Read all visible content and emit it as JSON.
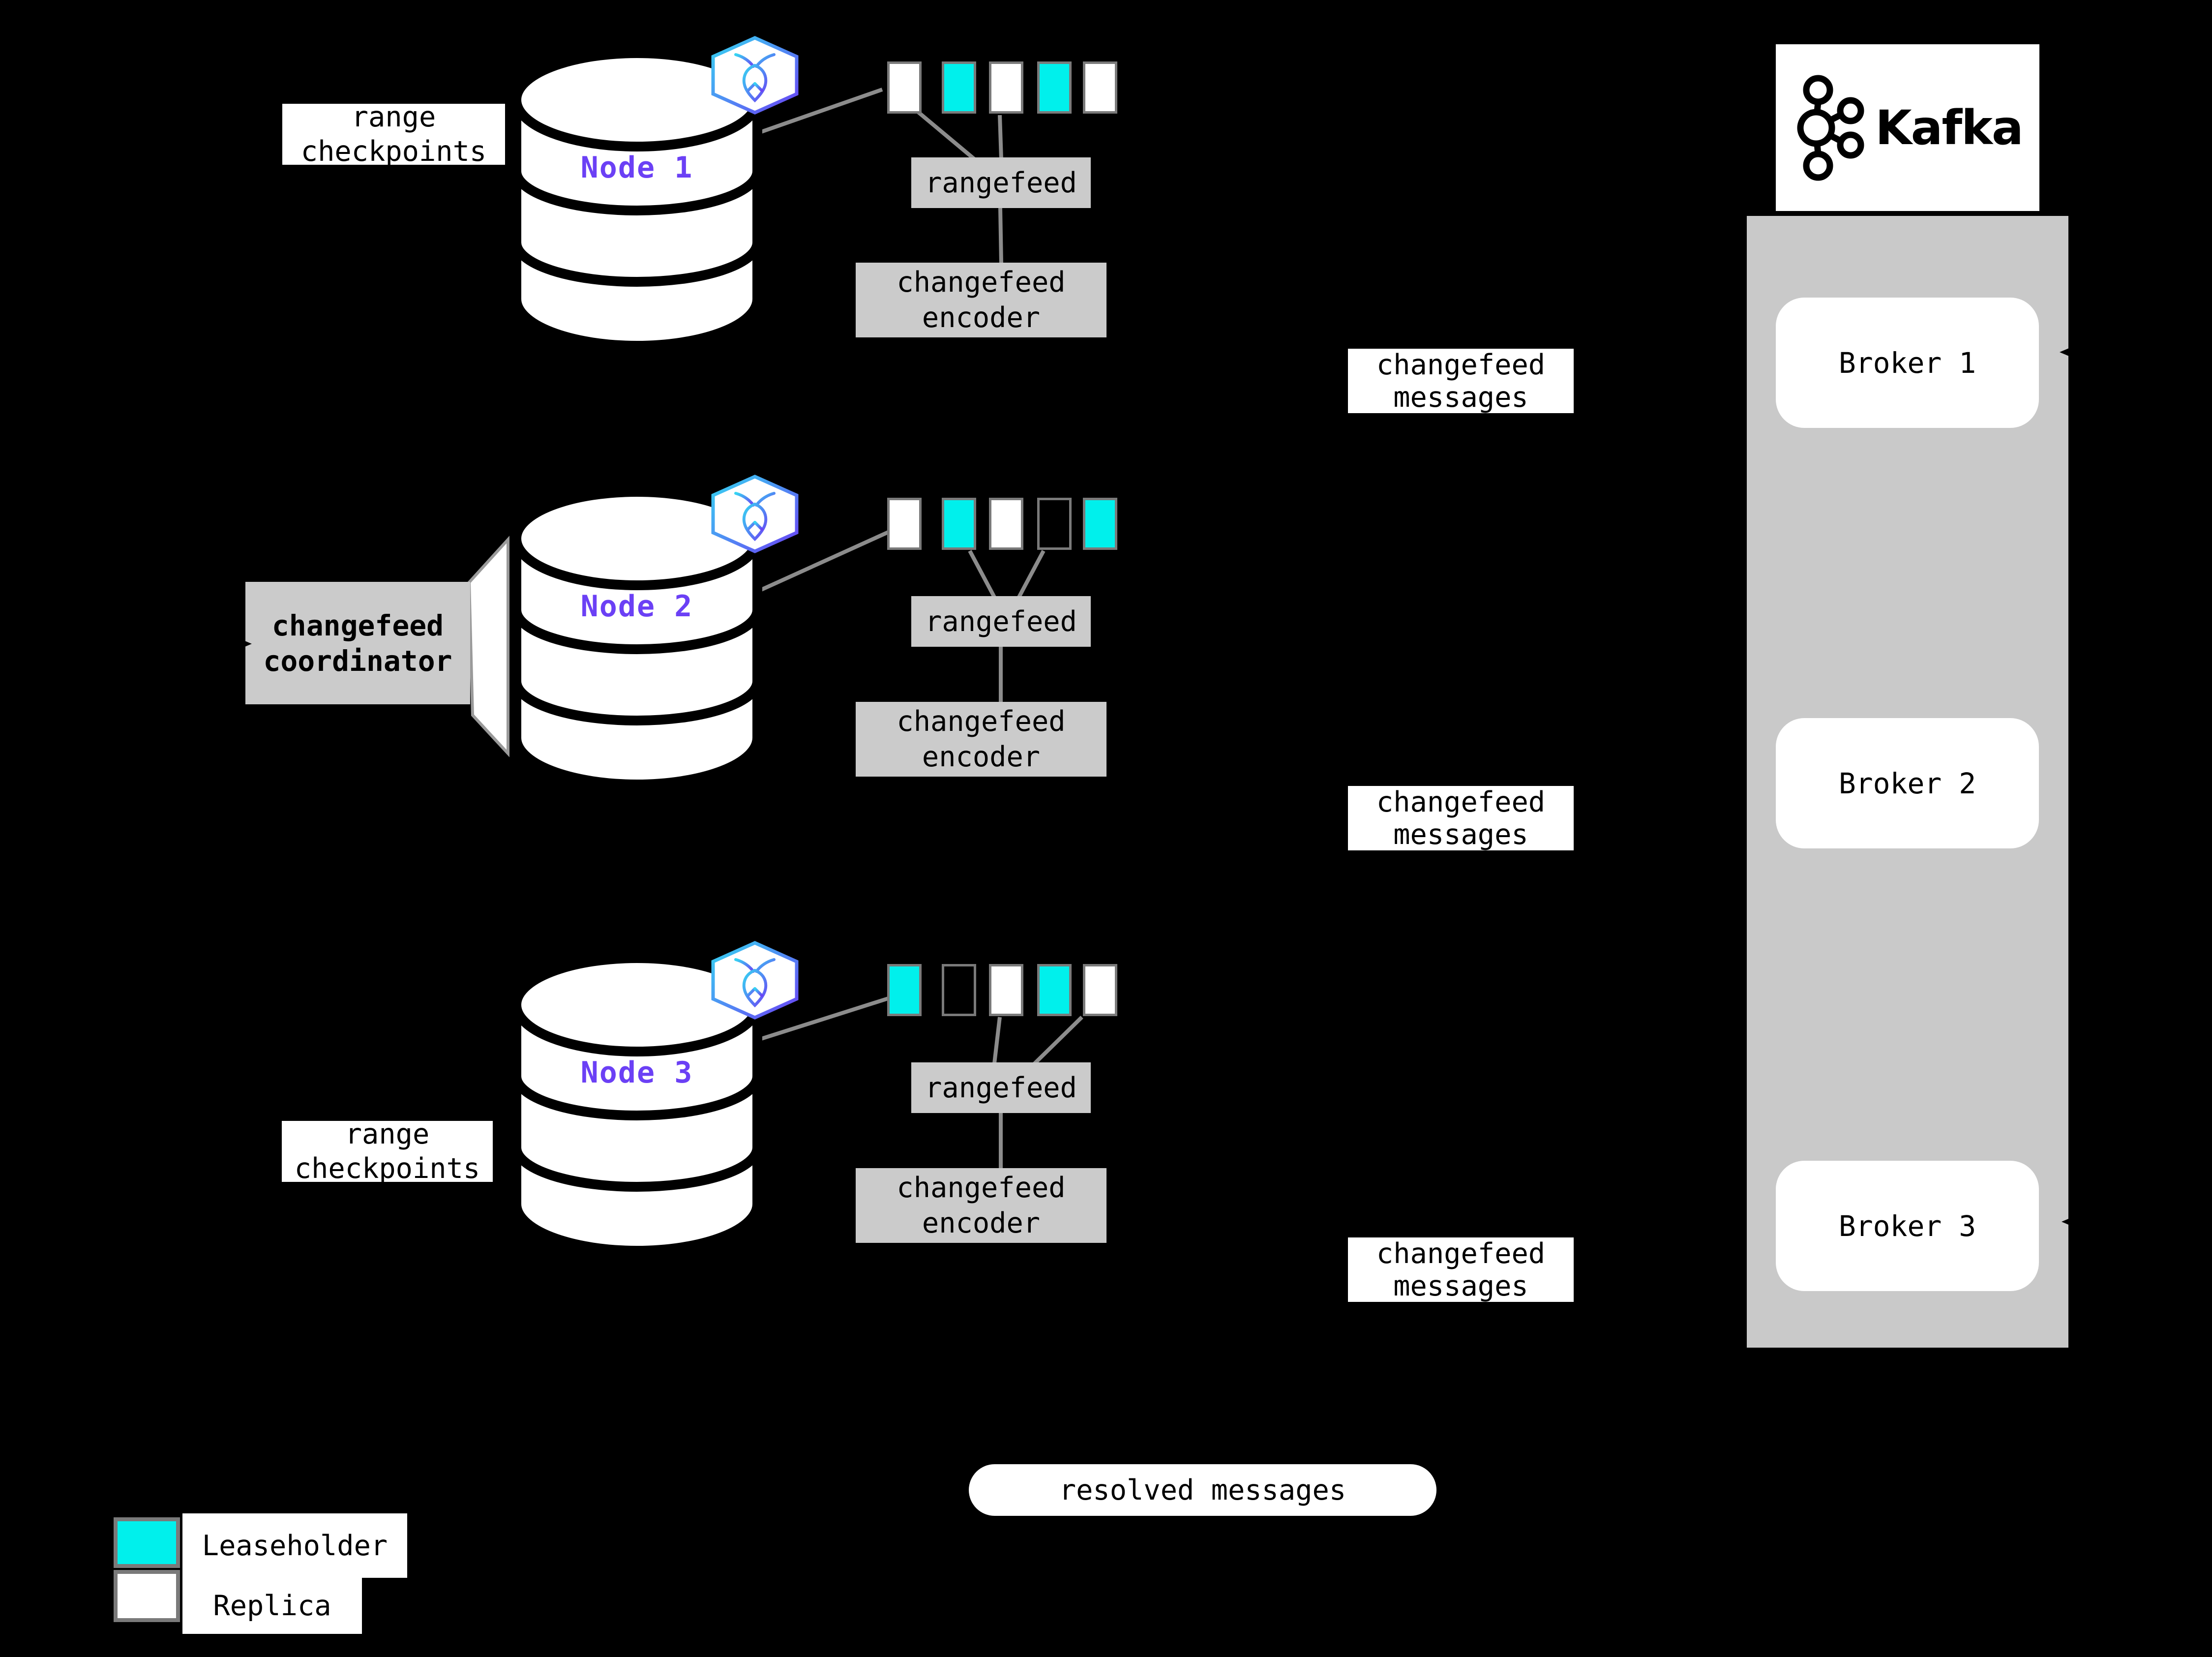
{
  "colors": {
    "leaseholder": "#00F0EC",
    "replica": "#ffffff",
    "empty": "transparent",
    "node_text": "#6B40F5",
    "box_gray": "#cbcbcb",
    "line_gray": "#8c8c8c"
  },
  "nodes": [
    {
      "label": "Node 1",
      "rangefeed_label": "rangefeed",
      "encoder_label": {
        "line1": "changefeed",
        "line2": "encoder"
      },
      "messages_label": {
        "line1": "changefeed",
        "line2": "messages"
      },
      "checkpoints_label": {
        "line1": "range",
        "line2": "checkpoints"
      },
      "ranges": [
        {
          "type": "replica",
          "color": "#ffffff"
        },
        {
          "type": "leaseholder",
          "color": "#00F0EC"
        },
        {
          "type": "replica",
          "color": "#ffffff"
        },
        {
          "type": "leaseholder",
          "color": "#00F0EC"
        },
        {
          "type": "replica",
          "color": "#ffffff"
        }
      ]
    },
    {
      "label": "Node 2",
      "rangefeed_label": "rangefeed",
      "encoder_label": {
        "line1": "changefeed",
        "line2": "encoder"
      },
      "messages_label": {
        "line1": "changefeed",
        "line2": "messages"
      },
      "ranges": [
        {
          "type": "replica",
          "color": "#ffffff"
        },
        {
          "type": "leaseholder",
          "color": "#00F0EC"
        },
        {
          "type": "replica",
          "color": "#ffffff"
        },
        {
          "type": "empty",
          "color": "transparent"
        },
        {
          "type": "leaseholder",
          "color": "#00F0EC"
        }
      ]
    },
    {
      "label": "Node 3",
      "rangefeed_label": "rangefeed",
      "encoder_label": {
        "line1": "changefeed",
        "line2": "encoder"
      },
      "messages_label": {
        "line1": "changefeed",
        "line2": "messages"
      },
      "checkpoints_label": {
        "line1": "range",
        "line2": "checkpoints"
      },
      "ranges": [
        {
          "type": "leaseholder",
          "color": "#00F0EC"
        },
        {
          "type": "empty",
          "color": "transparent"
        },
        {
          "type": "replica",
          "color": "#ffffff"
        },
        {
          "type": "leaseholder",
          "color": "#00F0EC"
        },
        {
          "type": "replica",
          "color": "#ffffff"
        }
      ]
    }
  ],
  "coordinator": {
    "line1": "changefeed",
    "line2": "coordinator"
  },
  "kafka": {
    "wordmark": "Kafka",
    "brokers": [
      "Broker 1",
      "Broker 2",
      "Broker 3"
    ]
  },
  "resolved_label": "resolved messages",
  "legend": [
    {
      "label": "Leaseholder",
      "color": "#00F0EC"
    },
    {
      "label": "Replica",
      "color": "#ffffff"
    }
  ]
}
